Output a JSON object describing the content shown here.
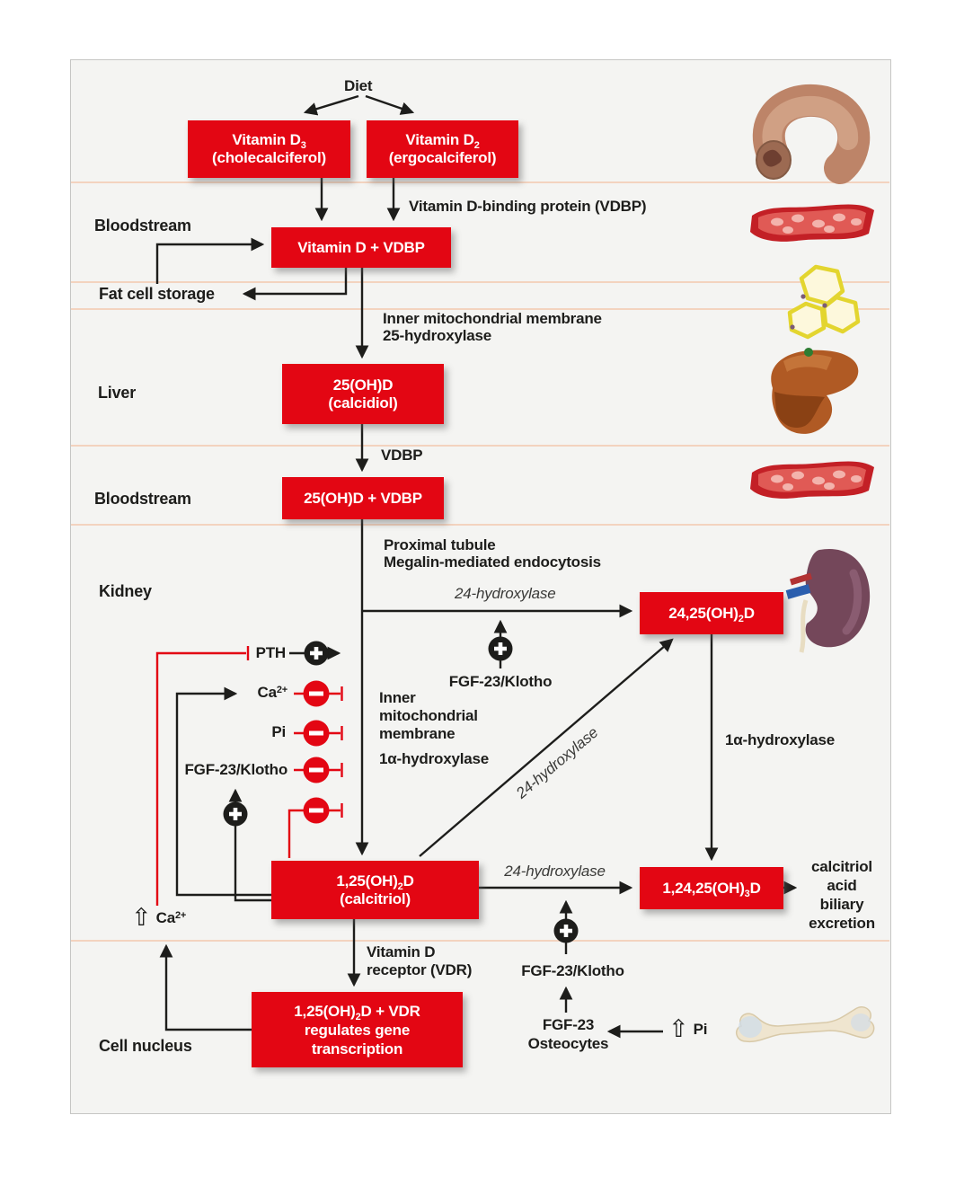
{
  "palette": {
    "red": "#e30613",
    "black": "#1d1d1b",
    "divider_line": "#f3d3bf",
    "panel_bg": "#f4f4f2",
    "panel_border": "#c6c6c4"
  },
  "sections": {
    "bloodstream_top": "Bloodstream",
    "fat_cell_storage": "Fat cell storage",
    "liver": "Liver",
    "bloodstream_mid": "Bloodstream",
    "kidney": "Kidney",
    "cell_nucleus": "Cell nucleus"
  },
  "flow": {
    "diet": "Diet",
    "vdbp_protein": "Vitamin D-binding protein (VDBP)",
    "inner_mito_membrane": "Inner mitochondrial membrane",
    "hydroxylase_25": "25-hydroxylase",
    "vdbp": "VDBP",
    "proximal_tubule": "Proximal tubule",
    "megalin": "Megalin-mediated endocytosis",
    "hydroxylase_24": "24-hydroxylase",
    "fgf23_klotho": "FGF-23/Klotho",
    "inner": "Inner",
    "mitochondrial": "mitochondrial",
    "membrane": "membrane",
    "hydroxylase_1a": "1α-hydroxylase",
    "pth": "PTH",
    "ca": "Ca<sup>2+</sup>",
    "pi": "Pi",
    "vdr_line1": "Vitamin D",
    "vdr_line2": "receptor (VDR)",
    "excretion": [
      "calcitriol",
      "acid",
      "biliary",
      "excretion"
    ],
    "up_arrow": "⇧",
    "fgf23": "FGF-23",
    "osteocytes": "Osteocytes"
  },
  "boxes": {
    "d3_line1": "Vitamin D<sub>3</sub>",
    "d3_line2": "(cholecalciferol)",
    "d2_line1": "Vitamin D<sub>2</sub>",
    "d2_line2": "(ergocalciferol)",
    "d_vdbp": "Vitamin D + VDBP",
    "oh25_line1": "25(OH)D",
    "oh25_line2": "(calcidiol)",
    "oh25_vdbp": "25(OH)D + VDBP",
    "oh2425": "24,25(OH)<sub>2</sub>D",
    "calcitriol_line1": "1,25(OH)<sub>2</sub>D",
    "calcitriol_line2": "(calcitriol)",
    "oh12425": "1,24,25(OH)<sub>3</sub>D",
    "nucleus_line1": "1,25(OH)<sub>2</sub>D + VDR",
    "nucleus_line2": "regulates gene",
    "nucleus_line3": "transcription"
  },
  "icons": [
    "intestine-icon",
    "blood-vessel-icon",
    "fat-cells-icon",
    "liver-icon",
    "blood-vessel-icon",
    "kidney-icon",
    "bone-icon"
  ]
}
